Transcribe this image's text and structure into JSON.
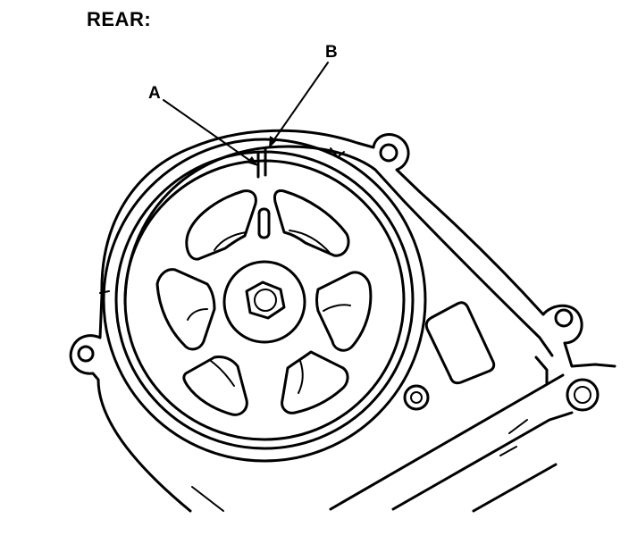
{
  "view_label": "REAR:",
  "callouts": {
    "a": "A",
    "b": "B"
  },
  "colors": {
    "line": "#000000",
    "background": "#ffffff"
  }
}
